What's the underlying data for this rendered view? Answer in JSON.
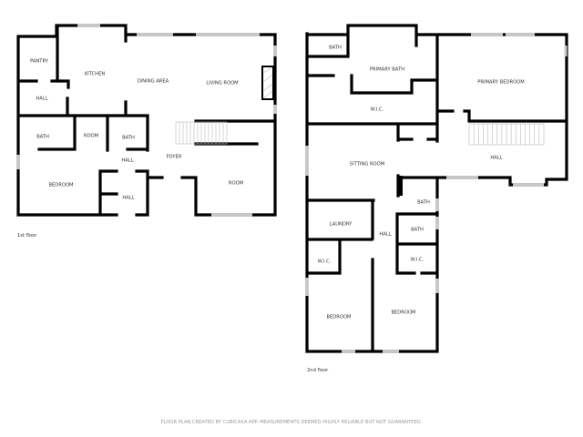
{
  "floors": [
    {
      "caption": "1st floor",
      "rooms": [
        "PANTRY",
        "KITCHEN",
        "DINING AREA",
        "LIVING ROOM",
        "HALL",
        "BATH",
        "ROOM",
        "BATH",
        "HALL",
        "FOYER",
        "BEDROOM",
        "HALL",
        "ROOM"
      ]
    },
    {
      "caption": "2nd floor",
      "rooms": [
        "BATH",
        "PRIMARY BATH",
        "PRIMARY BEDROOM",
        "W.I.C.",
        "SITTING ROOM",
        "HALL",
        "BATH",
        "LAUNDRY",
        "HALL",
        "BATH",
        "W.I.C.",
        "W.I.C.",
        "BEDROOM",
        "BEDROOM"
      ]
    }
  ],
  "footer": "FLOOR PLAN CREATED BY CUBICASA APP. MEASUREMENTS DEEMED HIGHLY RELIABLE BUT NOT GUARANTEED.",
  "colors": {
    "wall": "#000000",
    "window": "#c8c8c8",
    "text": "#333333"
  }
}
